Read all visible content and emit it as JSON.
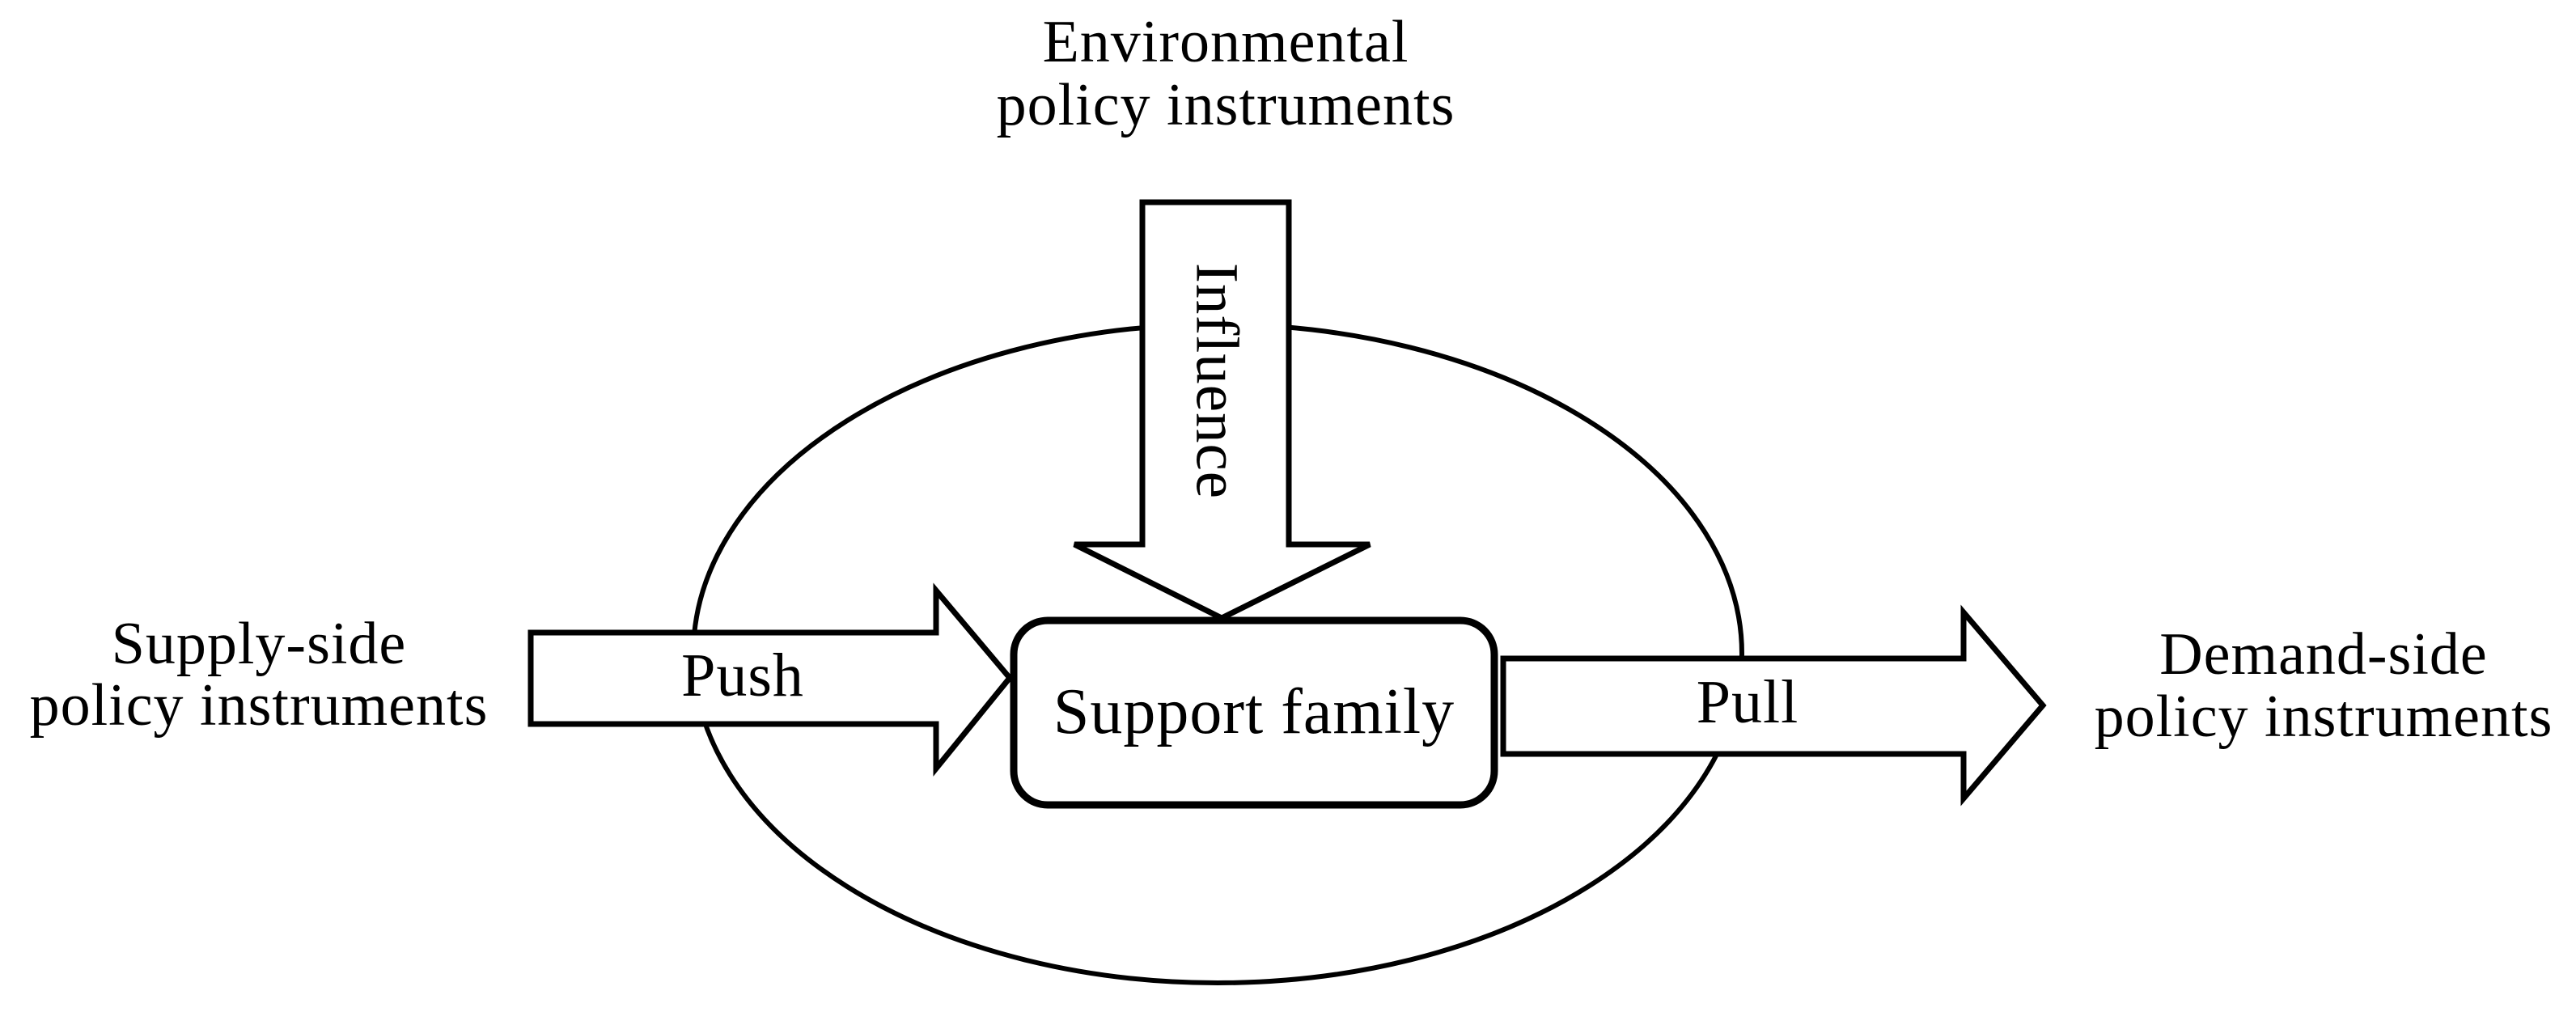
{
  "diagram": {
    "title_line1": "Environmental",
    "title_line2": "policy instruments",
    "influence_label": "Influence",
    "support_family_label": "Support family",
    "push_label": "Push",
    "pull_label": "Pull",
    "supply_line1": "Supply-side",
    "supply_line2": "policy instruments",
    "demand_line1": "Demand-side",
    "demand_line2": "policy instruments",
    "colors": {
      "ink": "#000000",
      "background": "#ffffff"
    }
  }
}
